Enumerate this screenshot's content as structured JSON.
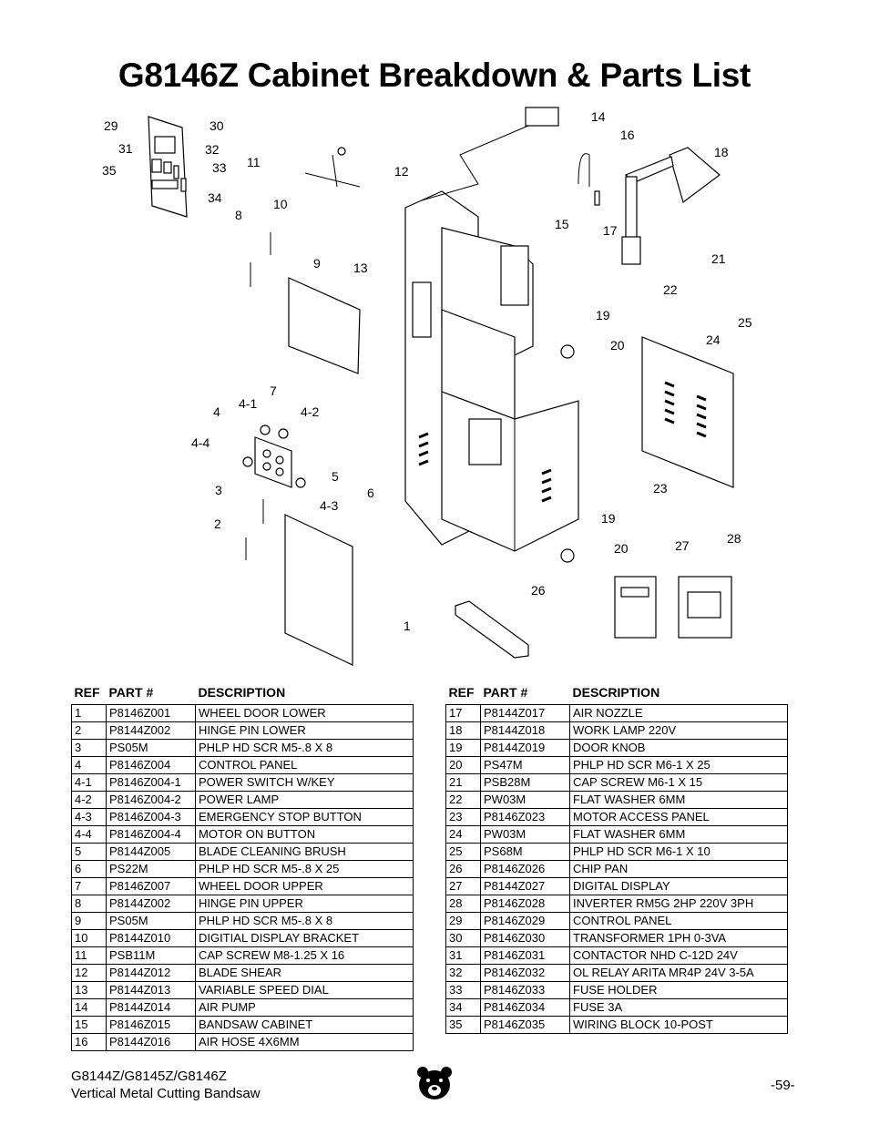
{
  "page": {
    "title": "G8146Z Cabinet Breakdown & Parts List",
    "footer_model": "G8144Z/G8145Z/G8146Z",
    "footer_description": "Vertical Metal Cutting Bandsaw",
    "page_number": "-59-"
  },
  "diagram": {
    "callouts": [
      "29",
      "30",
      "31",
      "32",
      "33",
      "35",
      "34",
      "11",
      "12",
      "14",
      "16",
      "18",
      "8",
      "10",
      "15",
      "17",
      "9",
      "13",
      "21",
      "22",
      "19",
      "20",
      "24",
      "25",
      "7",
      "4-1",
      "4",
      "4-2",
      "4-4",
      "5",
      "6",
      "3",
      "4-3",
      "2",
      "23",
      "19",
      "20",
      "27",
      "28",
      "26",
      "1"
    ]
  },
  "table": {
    "headers": {
      "ref": "REF",
      "part": "PART #",
      "description": "DESCRIPTION"
    },
    "left_rows": [
      {
        "ref": "1",
        "part": "P8146Z001",
        "desc": "WHEEL DOOR LOWER"
      },
      {
        "ref": "2",
        "part": "P8144Z002",
        "desc": "HINGE PIN LOWER"
      },
      {
        "ref": "3",
        "part": "PS05M",
        "desc": "PHLP HD SCR M5-.8 X 8"
      },
      {
        "ref": "4",
        "part": "P8146Z004",
        "desc": "CONTROL PANEL"
      },
      {
        "ref": "4-1",
        "part": "P8146Z004-1",
        "desc": "POWER SWITCH W/KEY"
      },
      {
        "ref": "4-2",
        "part": "P8146Z004-2",
        "desc": "POWER LAMP"
      },
      {
        "ref": "4-3",
        "part": "P8146Z004-3",
        "desc": "EMERGENCY STOP BUTTON"
      },
      {
        "ref": "4-4",
        "part": "P8146Z004-4",
        "desc": "MOTOR ON BUTTON"
      },
      {
        "ref": "5",
        "part": "P8144Z005",
        "desc": "BLADE CLEANING BRUSH"
      },
      {
        "ref": "6",
        "part": "PS22M",
        "desc": "PHLP HD SCR M5-.8 X 25"
      },
      {
        "ref": "7",
        "part": "P8146Z007",
        "desc": "WHEEL DOOR UPPER"
      },
      {
        "ref": "8",
        "part": "P8144Z002",
        "desc": "HINGE PIN UPPER"
      },
      {
        "ref": "9",
        "part": "PS05M",
        "desc": "PHLP HD SCR M5-.8 X 8"
      },
      {
        "ref": "10",
        "part": "P8144Z010",
        "desc": "DIGITIAL DISPLAY BRACKET"
      },
      {
        "ref": "11",
        "part": "PSB11M",
        "desc": "CAP SCREW M8-1.25 X 16"
      },
      {
        "ref": "12",
        "part": "P8144Z012",
        "desc": "BLADE SHEAR"
      },
      {
        "ref": "13",
        "part": "P8144Z013",
        "desc": "VARIABLE SPEED DIAL"
      },
      {
        "ref": "14",
        "part": "P8144Z014",
        "desc": "AIR PUMP"
      },
      {
        "ref": "15",
        "part": "P8146Z015",
        "desc": "BANDSAW CABINET"
      },
      {
        "ref": "16",
        "part": "P8144Z016",
        "desc": "AIR HOSE 4X6MM"
      }
    ],
    "right_rows": [
      {
        "ref": "17",
        "part": "P8144Z017",
        "desc": "AIR NOZZLE"
      },
      {
        "ref": "18",
        "part": "P8144Z018",
        "desc": "WORK LAMP 220V"
      },
      {
        "ref": "19",
        "part": "P8144Z019",
        "desc": "DOOR KNOB"
      },
      {
        "ref": "20",
        "part": "PS47M",
        "desc": "PHLP HD SCR M6-1 X 25"
      },
      {
        "ref": "21",
        "part": "PSB28M",
        "desc": "CAP SCREW M6-1 X 15"
      },
      {
        "ref": "22",
        "part": "PW03M",
        "desc": "FLAT WASHER 6MM"
      },
      {
        "ref": "23",
        "part": "P8146Z023",
        "desc": "MOTOR ACCESS PANEL"
      },
      {
        "ref": "24",
        "part": "PW03M",
        "desc": "FLAT WASHER 6MM"
      },
      {
        "ref": "25",
        "part": "PS68M",
        "desc": "PHLP HD SCR M6-1 X 10"
      },
      {
        "ref": "26",
        "part": "P8146Z026",
        "desc": "CHIP PAN"
      },
      {
        "ref": "27",
        "part": "P8144Z027",
        "desc": "DIGITAL DISPLAY"
      },
      {
        "ref": "28",
        "part": "P8146Z028",
        "desc": "INVERTER RM5G 2HP 220V 3PH"
      },
      {
        "ref": "29",
        "part": "P8146Z029",
        "desc": "CONTROL PANEL"
      },
      {
        "ref": "30",
        "part": "P8146Z030",
        "desc": "TRANSFORMER 1PH 0-3VA"
      },
      {
        "ref": "31",
        "part": "P8146Z031",
        "desc": "CONTACTOR NHD C-12D 24V"
      },
      {
        "ref": "32",
        "part": "P8146Z032",
        "desc": "OL RELAY ARITA MR4P 24V 3-5A"
      },
      {
        "ref": "33",
        "part": "P8146Z033",
        "desc": "FUSE HOLDER"
      },
      {
        "ref": "34",
        "part": "P8146Z034",
        "desc": "FUSE 3A"
      },
      {
        "ref": "35",
        "part": "P8146Z035",
        "desc": "WIRING BLOCK 10-POST"
      }
    ]
  }
}
